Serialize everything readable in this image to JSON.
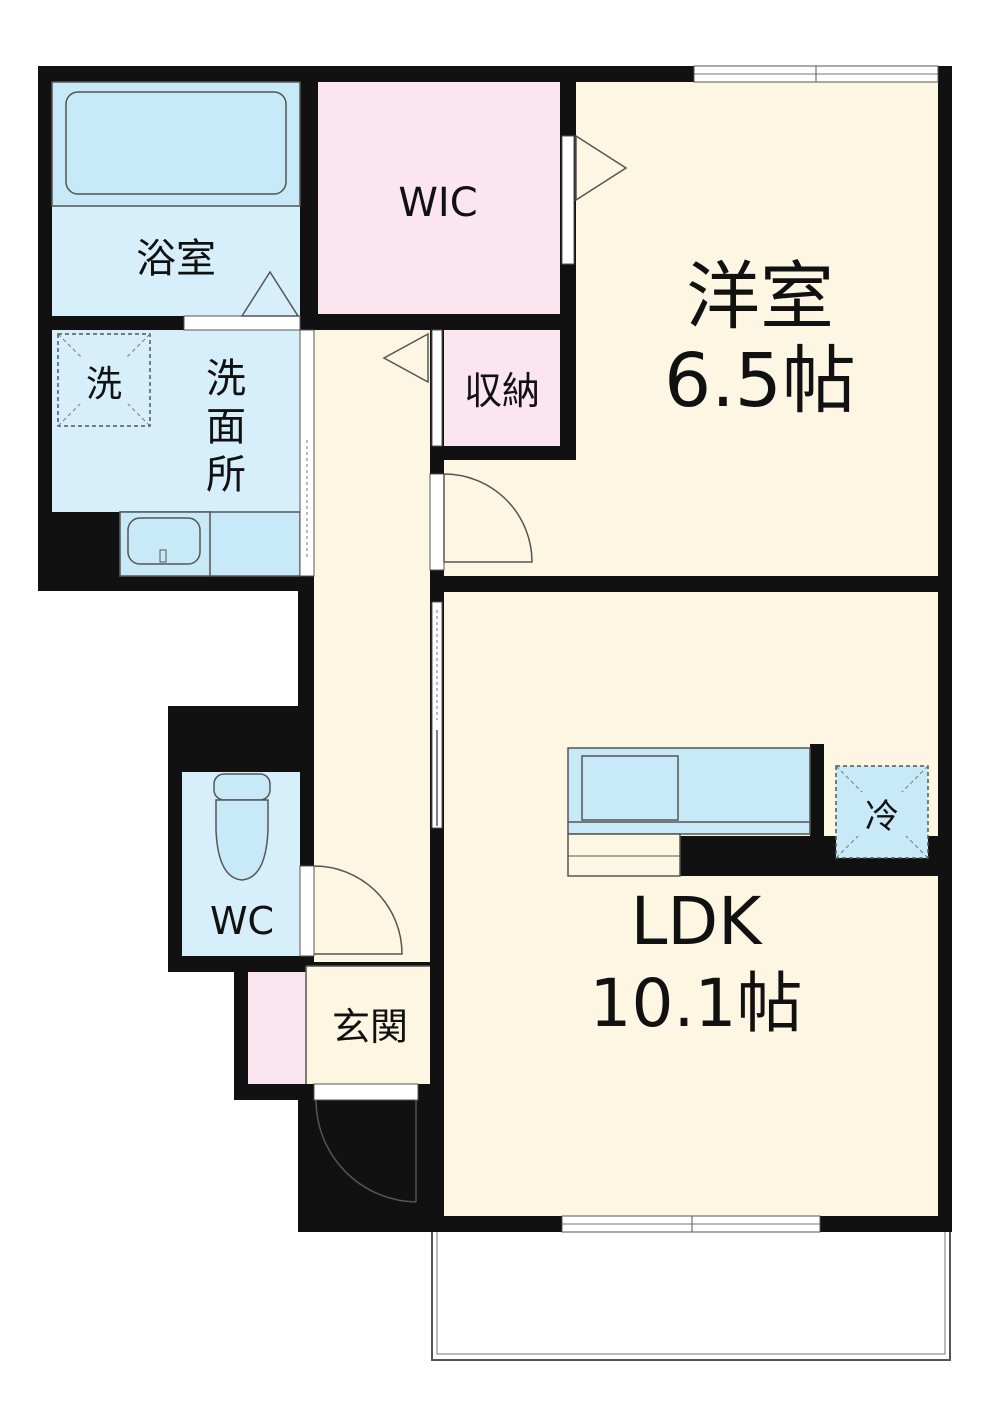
{
  "rooms": {
    "bath": {
      "label": "浴室"
    },
    "wic": {
      "label": "WIC"
    },
    "western": {
      "label": "洋室",
      "size": "6.5帖"
    },
    "washer": {
      "label": "洗"
    },
    "washroom": {
      "label_line1": "洗",
      "label_line2": "面",
      "label_line3": "所"
    },
    "storage": {
      "label": "収納"
    },
    "wc": {
      "label": "WC"
    },
    "fridge": {
      "label": "冷"
    },
    "ldk": {
      "label": "LDK",
      "size": "10.1帖"
    },
    "entrance": {
      "label": "玄関"
    }
  },
  "colors": {
    "wall": "#111111",
    "wet_area": "#d6effa",
    "closet": "#fbe6ef",
    "living": "#fdf6e3",
    "fixture": "#c8e9f7"
  }
}
